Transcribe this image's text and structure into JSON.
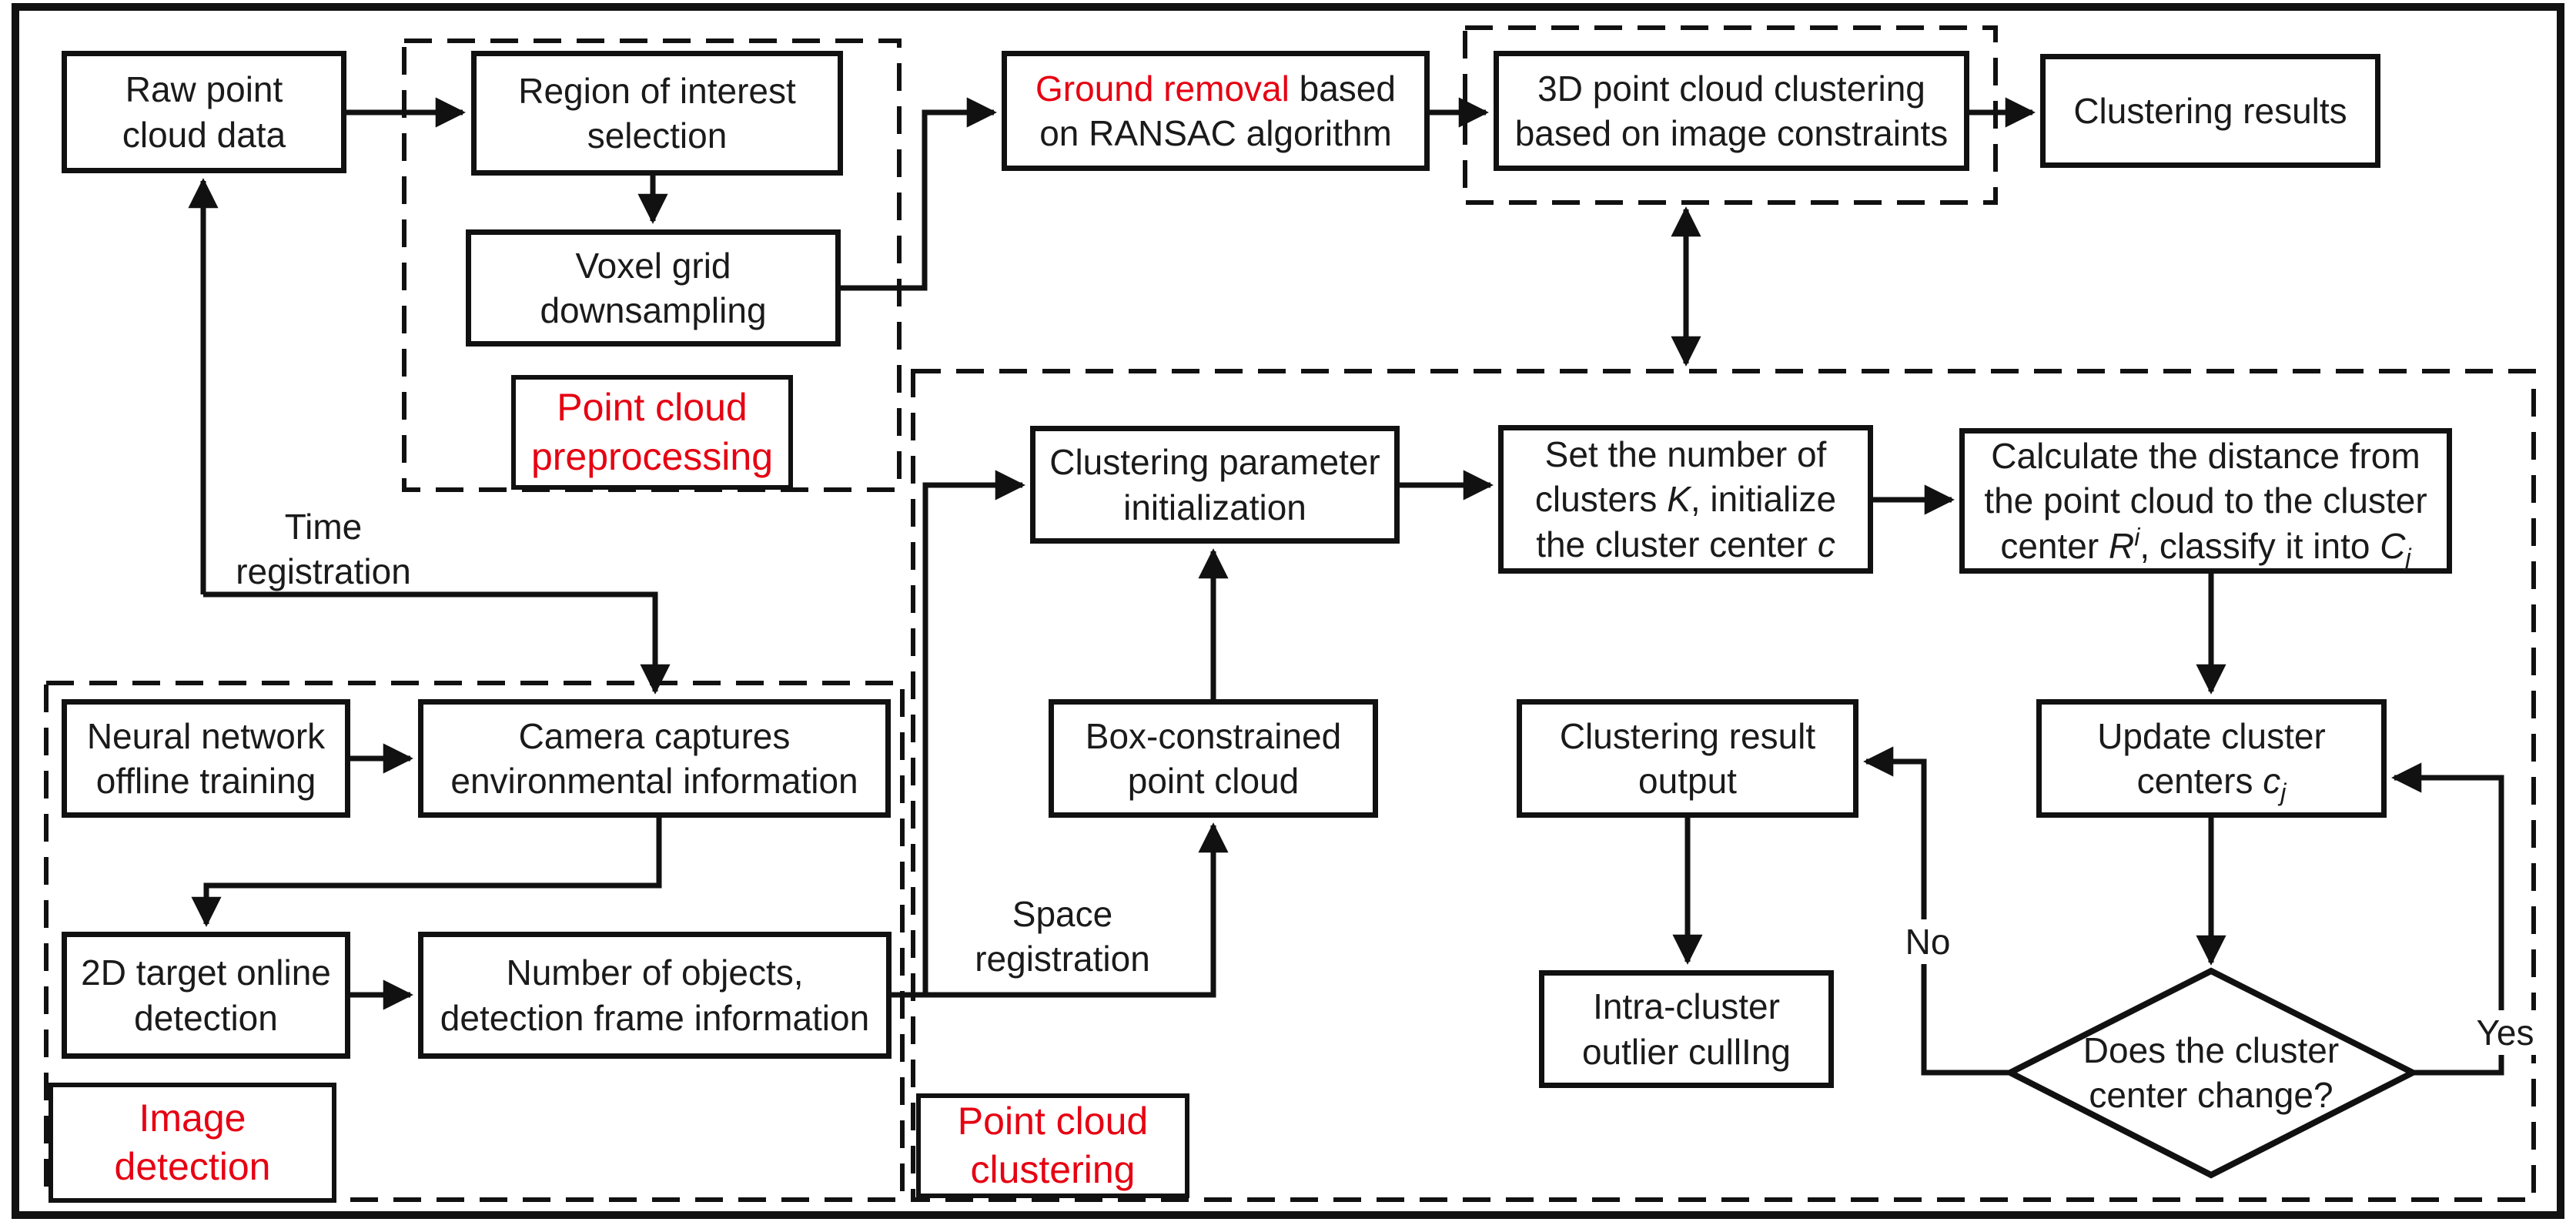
{
  "colors": {
    "accent_red": "#e60012",
    "ink": "#1a1a1a",
    "background": "#ffffff"
  },
  "nodes": {
    "raw": [
      "Raw point",
      "cloud data"
    ],
    "roi": [
      "Region of interest",
      "selection"
    ],
    "voxel": [
      "Voxel grid",
      "downsampling"
    ],
    "ground": [
      "<span class=\"red\">Ground removal</span> based",
      "on RANSAC algorithm"
    ],
    "c3d": [
      "3D point cloud clustering",
      "based on image constraints"
    ],
    "results": [
      "Clustering results"
    ],
    "neural": [
      "Neural network",
      "offline training"
    ],
    "camera": [
      "Camera captures",
      "environmental information"
    ],
    "target2d": [
      "2D target online",
      "detection"
    ],
    "numobj": [
      "Number of objects,",
      "detection frame information"
    ],
    "param": [
      "Clustering parameter",
      "initialization"
    ],
    "setk": [
      "Set the number of",
      "clusters <i>K</i>, initialize",
      "the cluster center <i>c</i>"
    ],
    "calc": [
      "Calculate the distance from",
      "the point cloud to the cluster",
      "center <i>R</i><sup><i>i</i></sup>, classify it into <i>C</i><sub><i>j</i></sub>"
    ],
    "boxc": [
      "Box-constrained",
      "point cloud"
    ],
    "clusout": [
      "Clustering result",
      "output"
    ],
    "update": [
      "Update cluster",
      "centers <i>c</i><sub><i>j</i></sub>"
    ],
    "intra": [
      "Intra-cluster",
      "outlier cullIng"
    ],
    "diamond": [
      "Does the cluster",
      "center change?"
    ]
  },
  "module_labels": {
    "preprocessing": [
      "Point cloud",
      "preprocessing"
    ],
    "image_detection": [
      "Image",
      "detection"
    ],
    "point_cloud_clustering": [
      "Point cloud",
      "clustering"
    ]
  },
  "edge_labels": {
    "time_registration": [
      "Time",
      "registration"
    ],
    "space_registration": [
      "Space",
      "registration"
    ],
    "no": "No",
    "yes": "Yes"
  }
}
